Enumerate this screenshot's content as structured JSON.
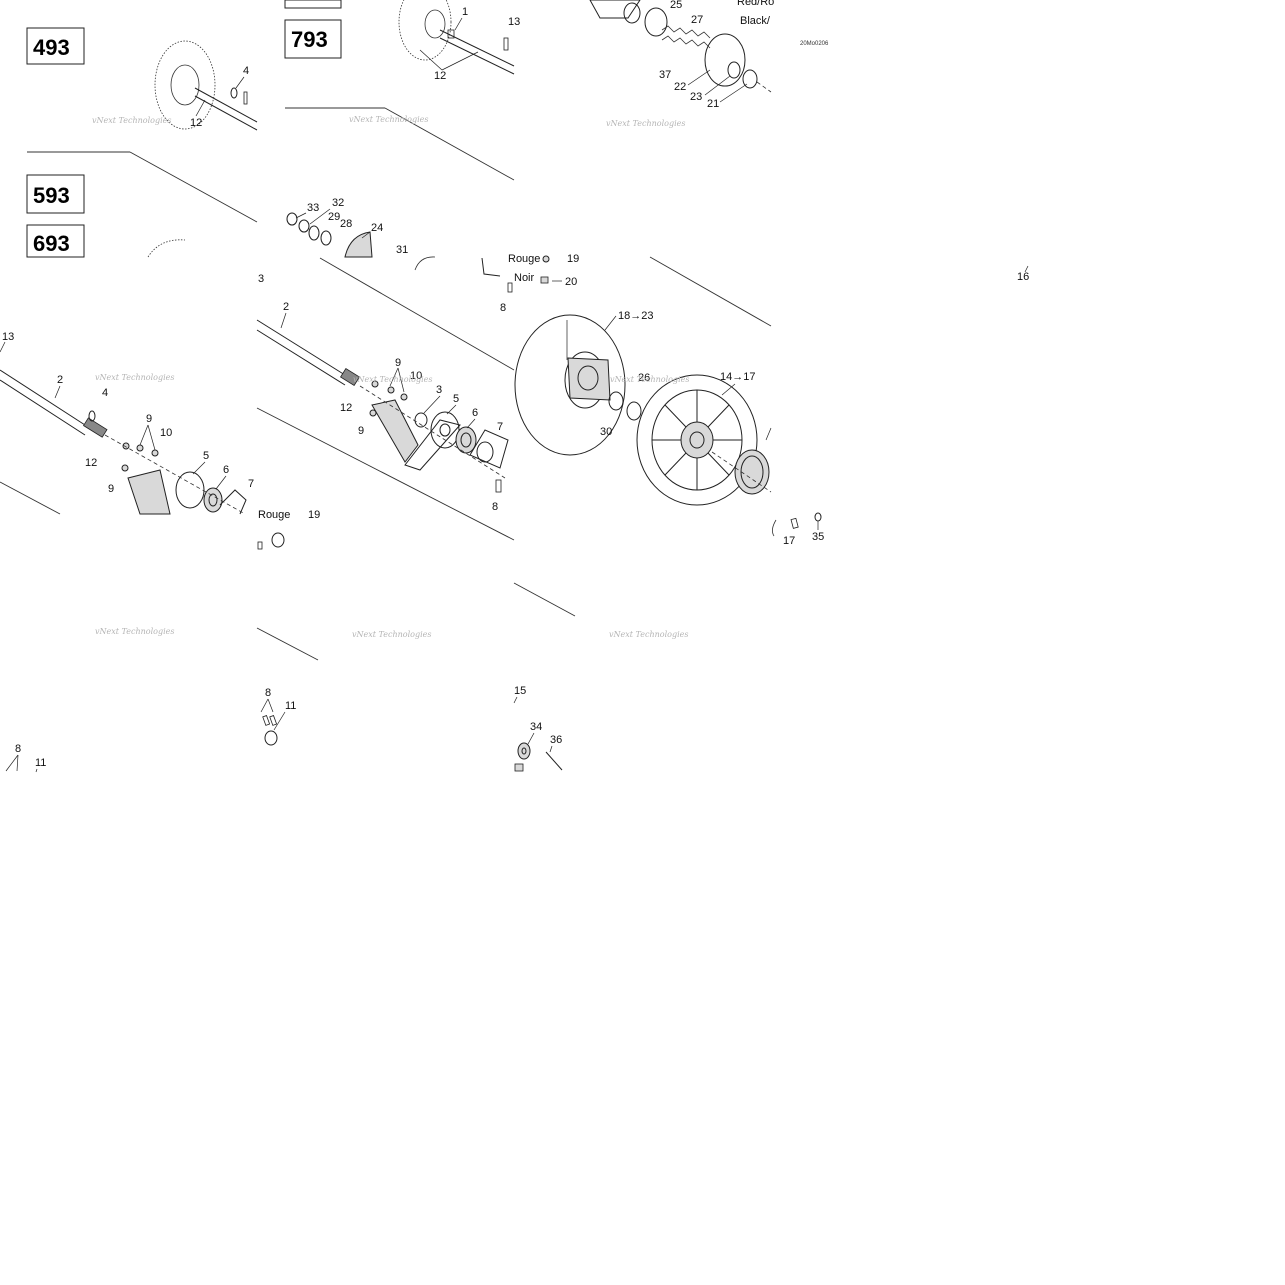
{
  "model_labels": [
    "493",
    "793",
    "593",
    "693"
  ],
  "callouts": {
    "t1_4": "4",
    "t1_12": "12",
    "t2_1": "1",
    "t2_13": "13",
    "t2_12": "12",
    "t3_25": "25",
    "t3_27": "27",
    "t3_37": "37",
    "t3_22": "22",
    "t3_23": "23",
    "t3_21": "21",
    "t3_red": "Red/Ro",
    "t3_black": "Black/",
    "t3_code": "20Mo0206",
    "t4_33": "33",
    "t4_32": "32",
    "t4_29": "29",
    "t4_28": "28",
    "t4_24": "24",
    "t4_31": "31",
    "t4_3": "3",
    "t4_2": "2",
    "t4_9a": "9",
    "t4_10": "10",
    "t4_3b": "3",
    "t4_5": "5",
    "t4_6": "6",
    "t4_7": "7",
    "t4_12": "12",
    "t4_9b": "9",
    "t4_8": "8",
    "t5_rouge": "Rouge",
    "t5_19": "19",
    "t5_noir": "Noir",
    "t5_20": "20",
    "t5_8": "8",
    "t5_1823": "18→23",
    "t5_26": "26",
    "t5_1417": "14→17",
    "t5_30": "30",
    "t5_17": "17",
    "t5_35": "35",
    "t6_16": "16",
    "t7_13": "13",
    "t7_2": "2",
    "t7_4": "4",
    "t7_9a": "9",
    "t7_10": "10",
    "t7_12": "12",
    "t7_5": "5",
    "t7_6": "6",
    "t7_7": "7",
    "t7_9b": "9",
    "t8_rouge": "Rouge",
    "t8_19": "19",
    "t9_8": "8",
    "t9_11": "11",
    "t10_15": "15",
    "t10_34": "34",
    "t10_36": "36",
    "t11_8": "8",
    "t11_11": "11"
  },
  "watermark": "vNext Technologies",
  "colors": {
    "line": "#222222",
    "watermark": "#b5b5b5",
    "fill": "#d9d9d9"
  }
}
